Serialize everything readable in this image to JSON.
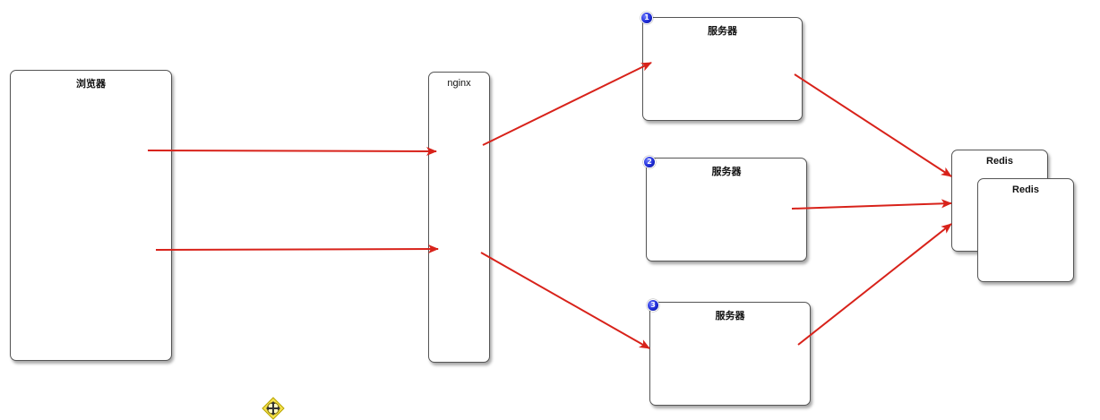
{
  "nodes": {
    "browser": {
      "title": "浏览器"
    },
    "nginx": {
      "title": "nginx"
    },
    "server1": {
      "title": "服务器",
      "badge": "1"
    },
    "server2": {
      "title": "服务器",
      "badge": "2"
    },
    "server3": {
      "title": "服务器",
      "badge": "3"
    },
    "redis_back": {
      "title": "Redis"
    },
    "redis_front": {
      "title": "Redis"
    }
  },
  "edges": [
    {
      "from": "browser",
      "to": "nginx"
    },
    {
      "from": "browser",
      "to": "nginx"
    },
    {
      "from": "nginx",
      "to": "server1"
    },
    {
      "from": "nginx",
      "to": "server3"
    },
    {
      "from": "server1",
      "to": "redis"
    },
    {
      "from": "server2",
      "to": "redis"
    },
    {
      "from": "server3",
      "to": "redis"
    }
  ],
  "colors": {
    "arrow": "#d8221a",
    "badge": "#1d2bd6",
    "box_border": "#555555"
  },
  "icons": {
    "cursor": "move-cursor-icon"
  }
}
